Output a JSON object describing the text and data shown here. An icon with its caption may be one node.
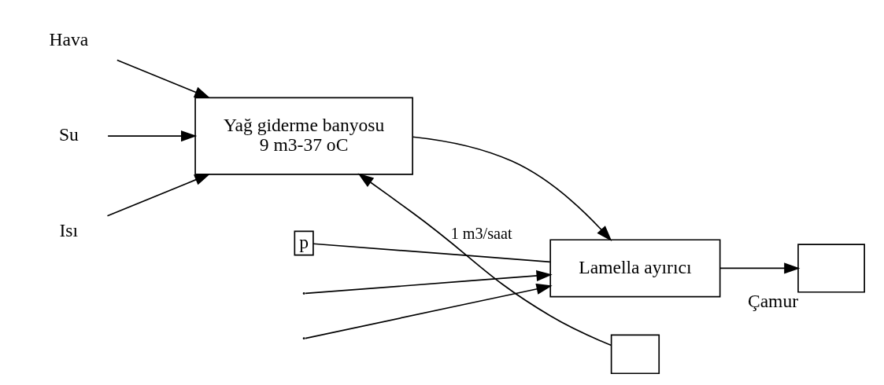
{
  "diagram": {
    "nodes": [
      {
        "text": [
          "Hava"
        ]
      },
      {
        "text": [
          "Su"
        ]
      },
      {
        "text": [
          "Isı"
        ]
      },
      {
        "text": [
          "Yağ giderme banyosu",
          "9 m3-37 oC"
        ]
      },
      {
        "text": [
          "Lamella ayırıcı"
        ]
      },
      {
        "text": [],
        "shape": "box"
      },
      {
        "text": [],
        "shape": "box",
        "beside": [
          "Çamur"
        ]
      },
      {
        "text": [
          "p"
        ]
      }
    ],
    "edges": [
      {
        "from": 0,
        "to": 3,
        "arrow": "to"
      },
      {
        "from": 1,
        "to": 3,
        "arrow": "to"
      },
      {
        "from": 2,
        "to": 3,
        "arrow": "to"
      },
      {
        "from": 3,
        "to": 4,
        "arrow": "to"
      },
      {
        "from": 5,
        "to": 3,
        "arrow": "to",
        "label": "1 m3/saat"
      },
      {
        "from": null,
        "to": 4,
        "arrow": "to"
      },
      {
        "from": null,
        "to": 4,
        "arrow": "to"
      },
      {
        "from": 7,
        "to": 4,
        "arrow": "none"
      },
      {
        "from": 4,
        "to": 6,
        "arrow": "to"
      }
    ]
  }
}
